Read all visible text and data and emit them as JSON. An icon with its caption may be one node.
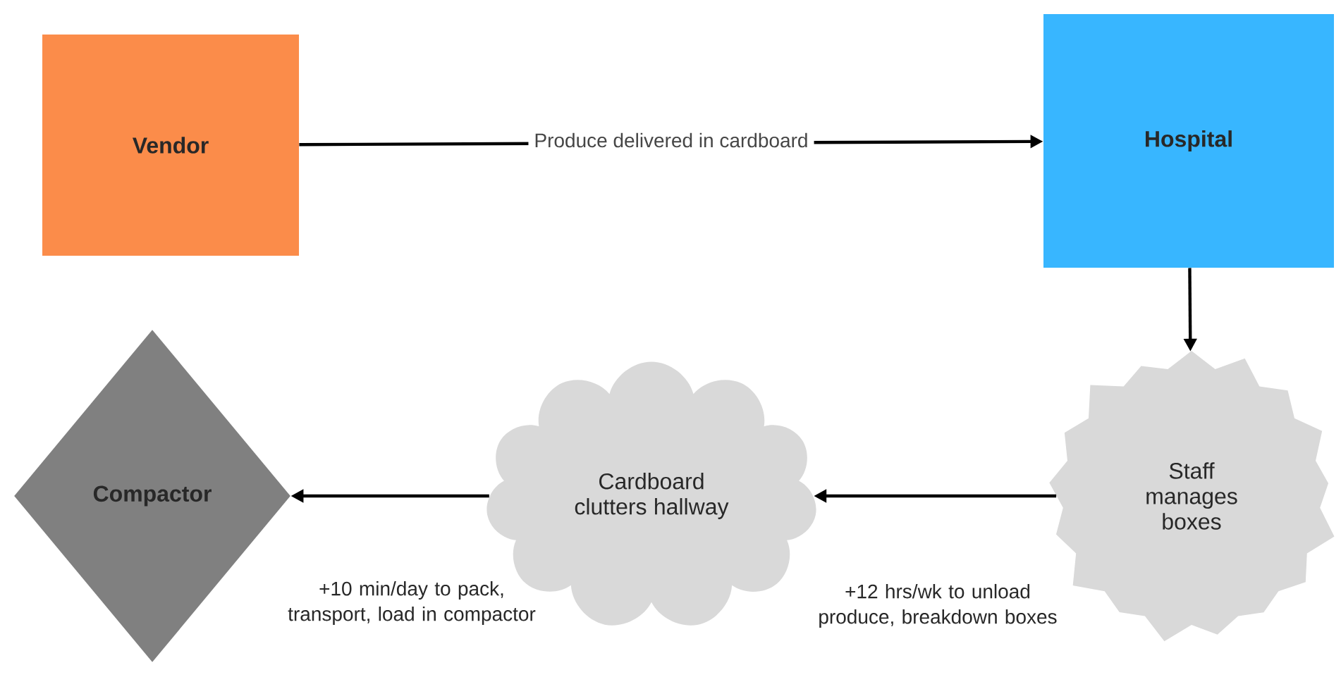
{
  "diagram": {
    "nodes": [
      {
        "text": [
          "Vendor"
        ]
      },
      {
        "text": [
          "Hospital"
        ]
      },
      {
        "text": [
          "Staff manages boxes"
        ]
      },
      {
        "text": [
          "Cardboard clutters hallway"
        ]
      },
      {
        "text": [
          "Compactor"
        ]
      }
    ],
    "edges": [
      {
        "from": 0,
        "to": 1,
        "arrow": "to",
        "label": "Produce delivered in cardboard"
      },
      {
        "from": 1,
        "to": 2,
        "arrow": "to"
      },
      {
        "from": 2,
        "to": 3,
        "arrow": "to"
      },
      {
        "from": 3,
        "to": 4,
        "arrow": "to"
      }
    ],
    "labels": [
      "+10 min/day to pack, transport, load in compactor",
      "+12 hrs/wk to unload produce, breakdown boxes"
    ]
  }
}
